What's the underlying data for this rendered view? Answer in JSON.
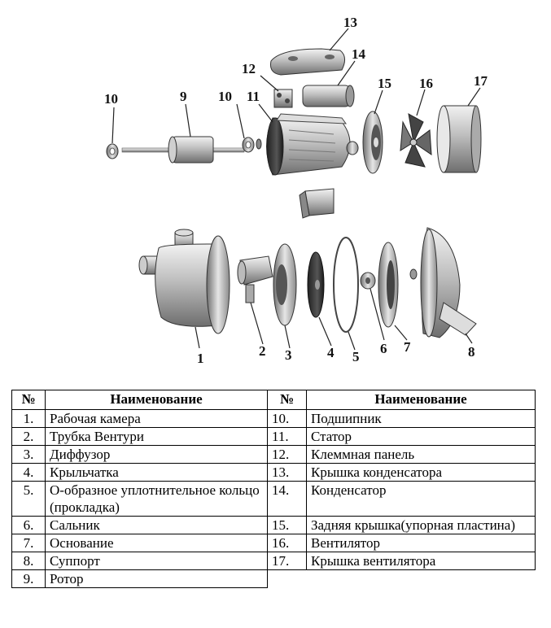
{
  "diagram": {
    "callouts": [
      "1",
      "2",
      "3",
      "4",
      "5",
      "6",
      "7",
      "8",
      "9",
      "10",
      "10",
      "11",
      "12",
      "13",
      "14",
      "15",
      "16",
      "17"
    ]
  },
  "table": {
    "headers": [
      "№",
      "Наименование",
      "№",
      "Наименование"
    ],
    "left": [
      {
        "num": "1.",
        "name": "Рабочая камера"
      },
      {
        "num": "2.",
        "name": "Трубка Вентури"
      },
      {
        "num": "3.",
        "name": "Диффузор"
      },
      {
        "num": "4.",
        "name": "Крыльчатка"
      },
      {
        "num": "5.",
        "name": "О-образное уплотнительное кольцо (прокладка)"
      },
      {
        "num": "6.",
        "name": "Сальник"
      },
      {
        "num": "7.",
        "name": "Основание"
      },
      {
        "num": "8.",
        "name": "Суппорт"
      },
      {
        "num": "9.",
        "name": "Ротор"
      }
    ],
    "right": [
      {
        "num": "10.",
        "name": "Подшипник"
      },
      {
        "num": "11.",
        "name": "Статор"
      },
      {
        "num": "12.",
        "name": "Клеммная панель"
      },
      {
        "num": "13.",
        "name": "Крышка конденсатора"
      },
      {
        "num": "14.",
        "name": "Конденсатор"
      },
      {
        "num": "15.",
        "name": "Задняя крышка(упорная пластина)"
      },
      {
        "num": "16.",
        "name": "Вентилятор"
      },
      {
        "num": "17.",
        "name": "Крышка вентилятора"
      }
    ]
  }
}
